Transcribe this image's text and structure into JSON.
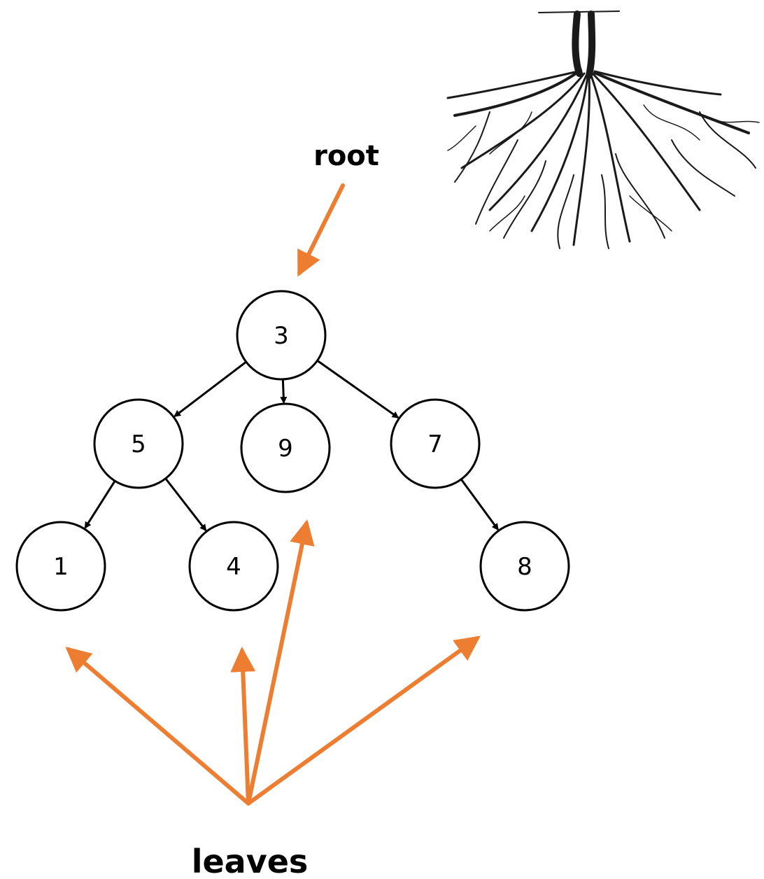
{
  "labels": {
    "root": "root",
    "leaves": "leaves"
  },
  "tree": {
    "nodes": [
      {
        "id": "n3",
        "value": "3"
      },
      {
        "id": "n5",
        "value": "5"
      },
      {
        "id": "n9",
        "value": "9"
      },
      {
        "id": "n7",
        "value": "7"
      },
      {
        "id": "n1",
        "value": "1"
      },
      {
        "id": "n4",
        "value": "4"
      },
      {
        "id": "n8",
        "value": "8"
      }
    ],
    "edges": [
      {
        "from": "n3",
        "to": "n5"
      },
      {
        "from": "n3",
        "to": "n9"
      },
      {
        "from": "n3",
        "to": "n7"
      },
      {
        "from": "n5",
        "to": "n1"
      },
      {
        "from": "n5",
        "to": "n4"
      },
      {
        "from": "n7",
        "to": "n8"
      }
    ]
  },
  "colors": {
    "annotation_arrow": "#ED7D31",
    "node_stroke": "#000000",
    "edge": "#000000"
  },
  "illustration": "tree-roots-drawing"
}
